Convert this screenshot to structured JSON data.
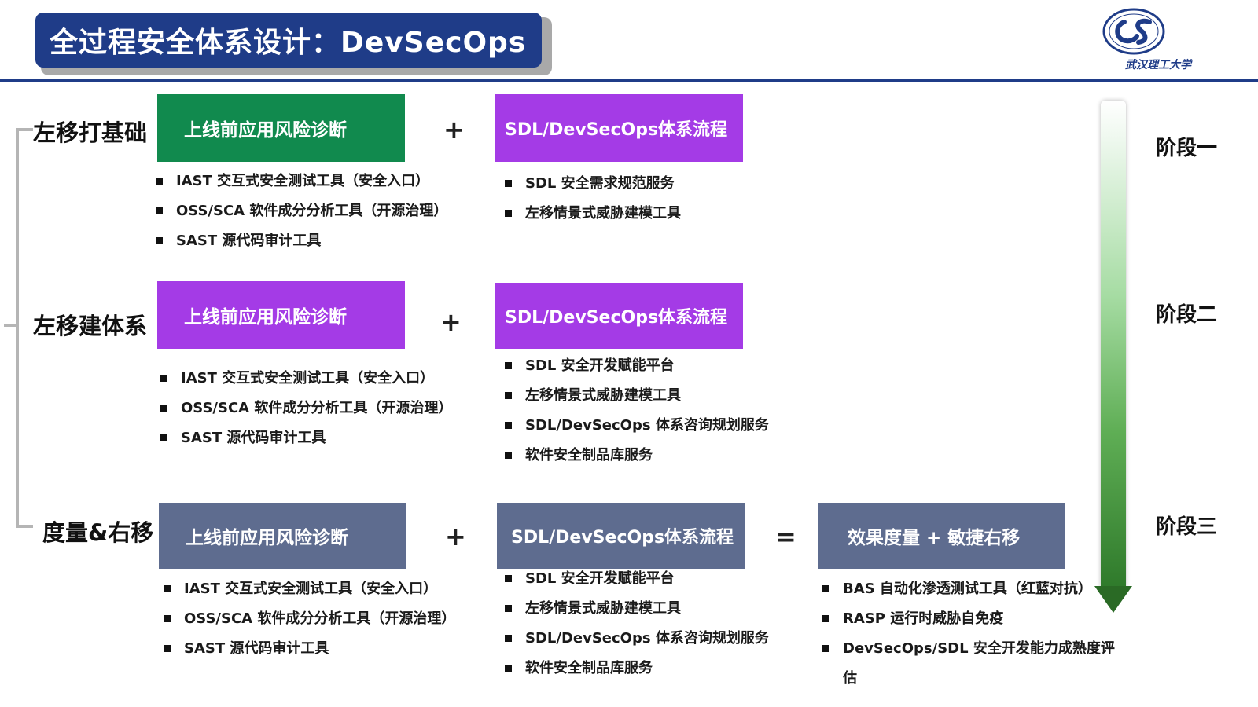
{
  "header": {
    "title": "全过程安全体系设计：DevSecOps",
    "logo_text": "武汉理工大学",
    "logo_icon": "university-seal-icon"
  },
  "colors": {
    "header_blue": "#1f3c88",
    "green": "#118a4e",
    "purple": "#a43be6",
    "slate": "#5e6c8f"
  },
  "stages": [
    "阶段一",
    "阶段二",
    "阶段三"
  ],
  "rows": [
    {
      "label": "左移打基础",
      "box1": "上线前应用风险诊断",
      "op1": "+",
      "box2": "SDL/DevSecOps体系流程",
      "col1": [
        "IAST 交互式安全测试工具（安全入口）",
        "OSS/SCA 软件成分分析工具（开源治理）",
        "SAST 源代码审计工具"
      ],
      "col2": [
        "SDL 安全需求规范服务",
        "左移情景式威胁建模工具"
      ]
    },
    {
      "label": "左移建体系",
      "box1": "上线前应用风险诊断",
      "op1": "+",
      "box2": "SDL/DevSecOps体系流程",
      "col1": [
        "IAST 交互式安全测试工具（安全入口）",
        "OSS/SCA 软件成分分析工具（开源治理）",
        "SAST 源代码审计工具"
      ],
      "col2": [
        "SDL 安全开发赋能平台",
        "左移情景式威胁建模工具",
        "SDL/DevSecOps 体系咨询规划服务",
        "软件安全制品库服务"
      ]
    },
    {
      "label": "度量&右移",
      "box1": "上线前应用风险诊断",
      "op1": "+",
      "box2": "SDL/DevSecOps体系流程",
      "op2": "=",
      "box3": "效果度量 + 敏捷右移",
      "col1": [
        "IAST 交互式安全测试工具（安全入口）",
        "OSS/SCA 软件成分分析工具（开源治理）",
        "SAST 源代码审计工具"
      ],
      "col2": [
        "SDL 安全开发赋能平台",
        "左移情景式威胁建模工具",
        "SDL/DevSecOps 体系咨询规划服务",
        "软件安全制品库服务"
      ],
      "col3": [
        "BAS 自动化渗透测试工具（红蓝对抗）",
        "RASP 运行时威胁自免疫",
        "DevSecOps/SDL 安全开发能力成熟度评估"
      ]
    }
  ]
}
